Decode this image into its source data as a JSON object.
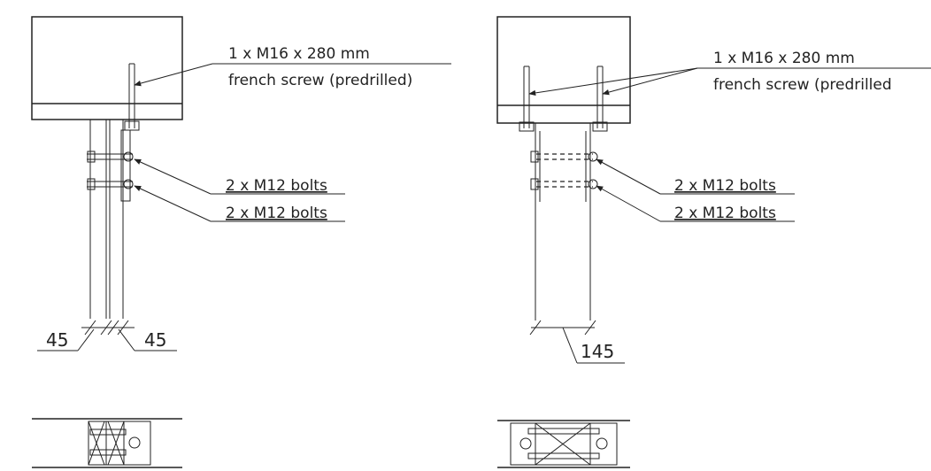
{
  "left_detail": {
    "screw_label_1": "1 x M16 x 280 mm",
    "screw_label_2": "french screw (predrilled)",
    "bolt_label_upper": "2 x M12 bolts",
    "bolt_label_lower": "2 x M12 bolts",
    "dim_left": "45",
    "dim_right": "45"
  },
  "right_detail": {
    "screw_label_1": "1 x M16 x 280 mm",
    "screw_label_2": "french screw (predrilled",
    "bolt_label_upper": "2 x M12 bolts",
    "bolt_label_lower": "2 x M12 bolts",
    "dim_width": "145"
  }
}
